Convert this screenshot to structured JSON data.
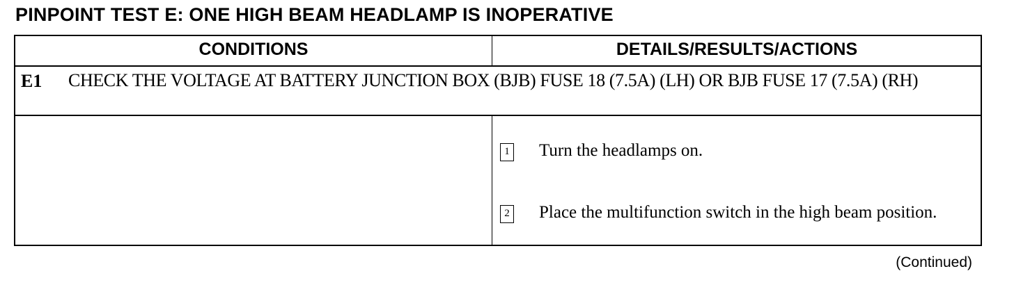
{
  "title": "PINPOINT TEST E: ONE HIGH BEAM HEADLAMP IS INOPERATIVE",
  "table": {
    "headers": {
      "conditions": "CONDITIONS",
      "details": "DETAILS/RESULTS/ACTIONS"
    },
    "step": {
      "id": "E1",
      "title": "CHECK THE VOLTAGE AT BATTERY JUNCTION BOX (BJB) FUSE 18 (7.5A) (LH) OR BJB FUSE 17 (7.5A) (RH)"
    },
    "conditions_text": "",
    "actions": [
      {
        "number": "1",
        "text": "Turn the headlamps on."
      },
      {
        "number": "2",
        "text": "Place the multifunction switch in the high beam position."
      }
    ]
  },
  "footer": {
    "continued": "(Continued)"
  }
}
